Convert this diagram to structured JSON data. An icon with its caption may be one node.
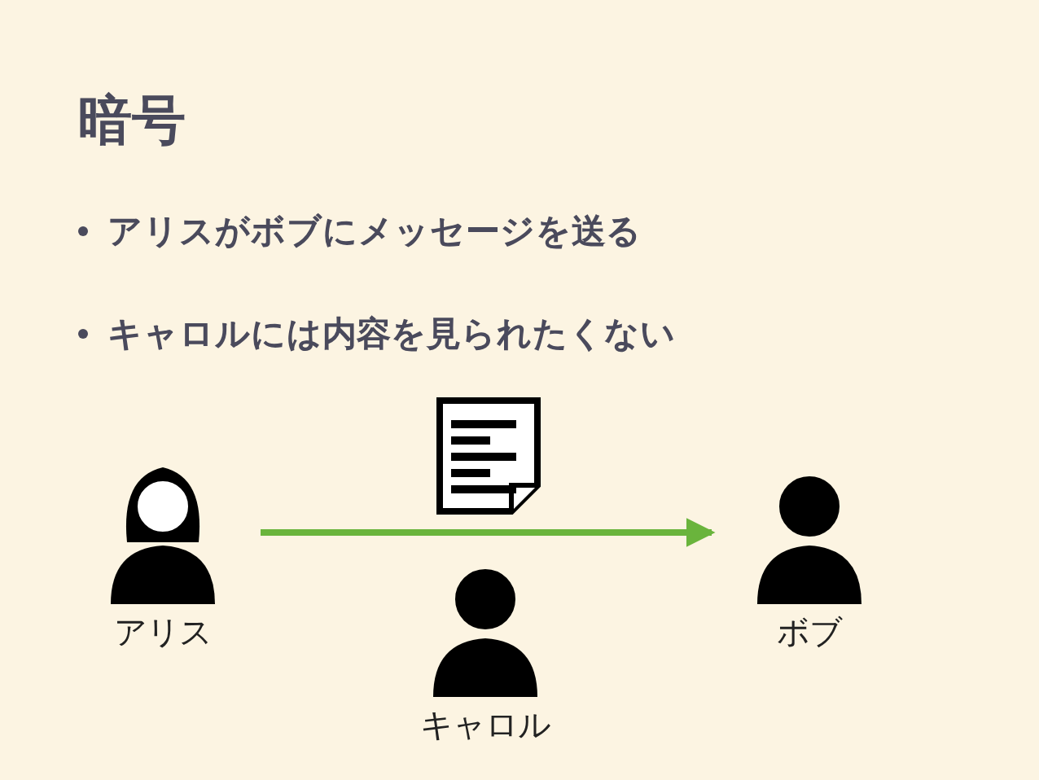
{
  "diagram": {
    "title": "暗号",
    "nodes": [
      {
        "text": [
          "アリス"
        ]
      },
      {
        "text": [
          "ボブ"
        ]
      },
      {
        "text": [
          "キャロル"
        ]
      }
    ],
    "edges": [
      {
        "from": 0,
        "to": 1,
        "arrow": "to",
        "color": "#6ab43c"
      }
    ],
    "labels": [
      "アリスがボブにメッセージを送る",
      "キャロルには内容を見られたくない"
    ]
  }
}
